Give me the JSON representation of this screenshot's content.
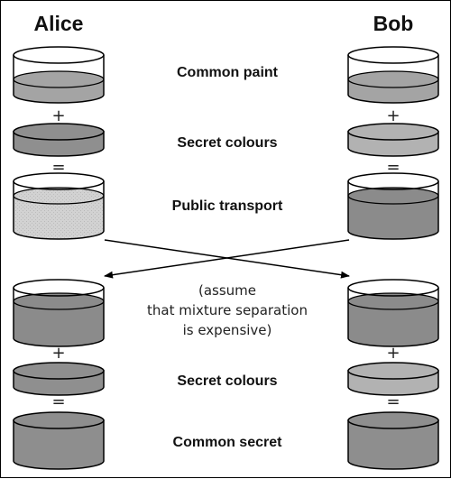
{
  "people": {
    "alice": "Alice",
    "bob": "Bob"
  },
  "steps": {
    "common_paint": "Common paint",
    "secret_colours_top": "Secret colours",
    "public_transport": "Public transport",
    "secret_colours_bottom": "Secret colours",
    "common_secret": "Common secret"
  },
  "note": {
    "line1": "(assume",
    "line2": "that mixture separation",
    "line3": "is expensive)"
  },
  "operators": {
    "plus": "+",
    "equals": "="
  },
  "colors": {
    "outline": "#000000",
    "common_paint": "#a4a4a4",
    "alice_secret": "#8f8f8f",
    "bob_secret": "#b2b2b2",
    "alice_public": "#d0d0d0",
    "bob_public": "#8b8b8b",
    "common_secret": "#8e8e8e"
  }
}
